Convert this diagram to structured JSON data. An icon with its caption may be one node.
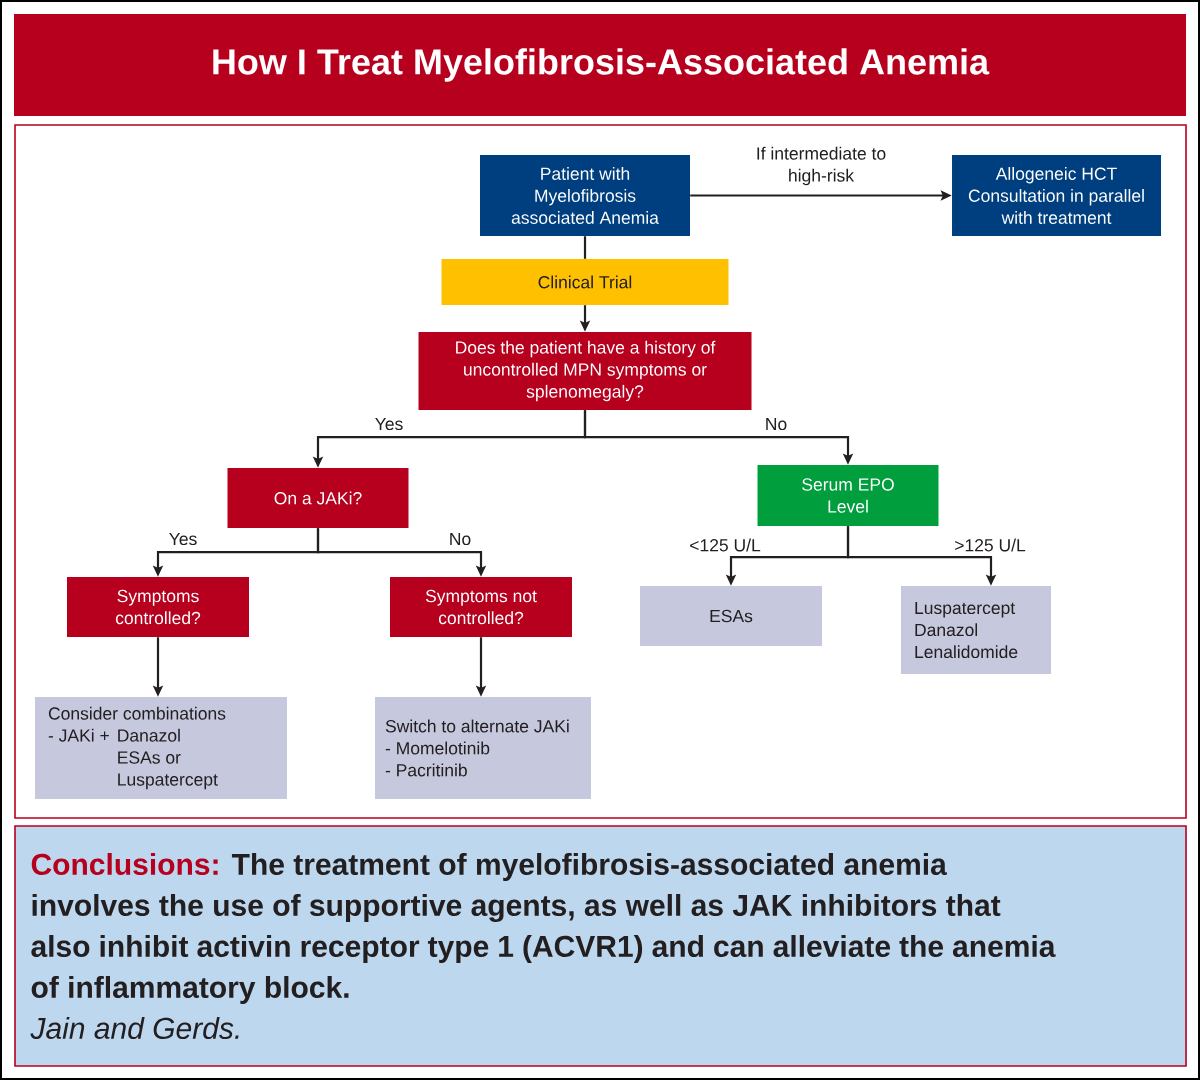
{
  "diagram": {
    "title": "How I Treat Myelofibrosis-Associated Anemia",
    "nodes": [
      {
        "text": [
          "Patient with Myelofibrosis associated Anemia"
        ]
      },
      {
        "text": [
          "Allogeneic HCT Consultation in parallel with treatment"
        ]
      },
      {
        "text": [
          "Clinical Trial"
        ]
      },
      {
        "text": [
          "Does the patient have a history of uncontrolled MPN symptoms or splenomegaly?"
        ]
      },
      {
        "text": [
          "On a JAKi?"
        ]
      },
      {
        "text": [
          "Serum EPO Level"
        ]
      },
      {
        "text": [
          "Symptoms controlled?"
        ]
      },
      {
        "text": [
          "Symptoms not controlled?"
        ]
      },
      {
        "text": [
          "ESAs"
        ]
      },
      {
        "text": [
          "Luspatercept",
          "Danazol",
          "Lenalidomide"
        ]
      },
      {
        "text": [
          "Consider combinations",
          "- JAKi +",
          "Danazol ESAs or Luspatercept"
        ]
      },
      {
        "text": [
          "Switch to alternate JAKi",
          "- Momelotinib",
          "- Pacritinib"
        ]
      },
      {
        "text": [
          "Conclusions:",
          "The treatment of myelofibrosis-associated anemia involves the use of supportive agents, as well as JAK inhibitors that also inhibit activin receptor type 1 (ACVR1) and can alleviate the anemia of inflammatory block.",
          "Jain and Gerds."
        ]
      }
    ],
    "edges": [
      {
        "from": 0,
        "to": 1,
        "arrow": "to",
        "label": "If intermediate to high-risk"
      },
      {
        "from": 0,
        "to": 2,
        "arrow": "none"
      },
      {
        "from": 2,
        "to": 3,
        "arrow": "to"
      },
      {
        "from": 3,
        "to": 4,
        "arrow": "to",
        "label": "Yes"
      },
      {
        "from": 3,
        "to": 5,
        "arrow": "to",
        "label": "No"
      },
      {
        "from": 4,
        "to": 6,
        "arrow": "to",
        "label": "Yes"
      },
      {
        "from": 4,
        "to": 7,
        "arrow": "to",
        "label": "No"
      },
      {
        "from": 5,
        "to": 8,
        "arrow": "to",
        "label": "<125 U/L"
      },
      {
        "from": 5,
        "to": 9,
        "arrow": "to",
        "label": ">125 U/L"
      },
      {
        "from": 6,
        "to": 10,
        "arrow": "to"
      },
      {
        "from": 7,
        "to": 11,
        "arrow": "to"
      }
    ]
  }
}
